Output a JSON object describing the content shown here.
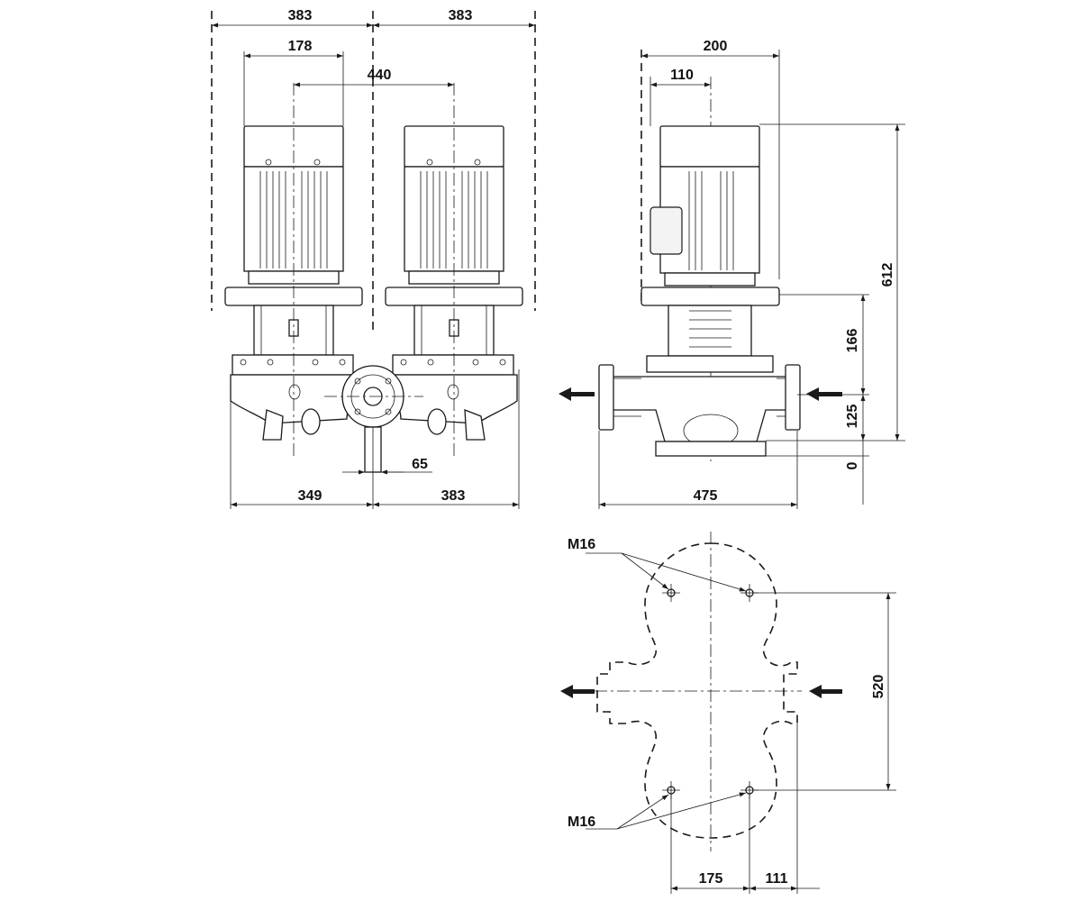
{
  "dimensions": {
    "twin_half_left": "383",
    "twin_half_right": "383",
    "motor_offset": "178",
    "motor_spacing": "440",
    "base_left": "349",
    "base_right": "383",
    "discharge_pipe": "65",
    "side_width": "200",
    "side_offset": "110",
    "flange_length": "475",
    "total_height": "612",
    "shaft_height": "166",
    "inlet_height": "125",
    "base_level": "0",
    "bolt_spacing_vertical": "520",
    "bolt_spacing_horizontal": "175",
    "bolt_offset": "111"
  },
  "labels": {
    "bolt_thread_top": "M16",
    "bolt_thread_bottom": "M16"
  }
}
